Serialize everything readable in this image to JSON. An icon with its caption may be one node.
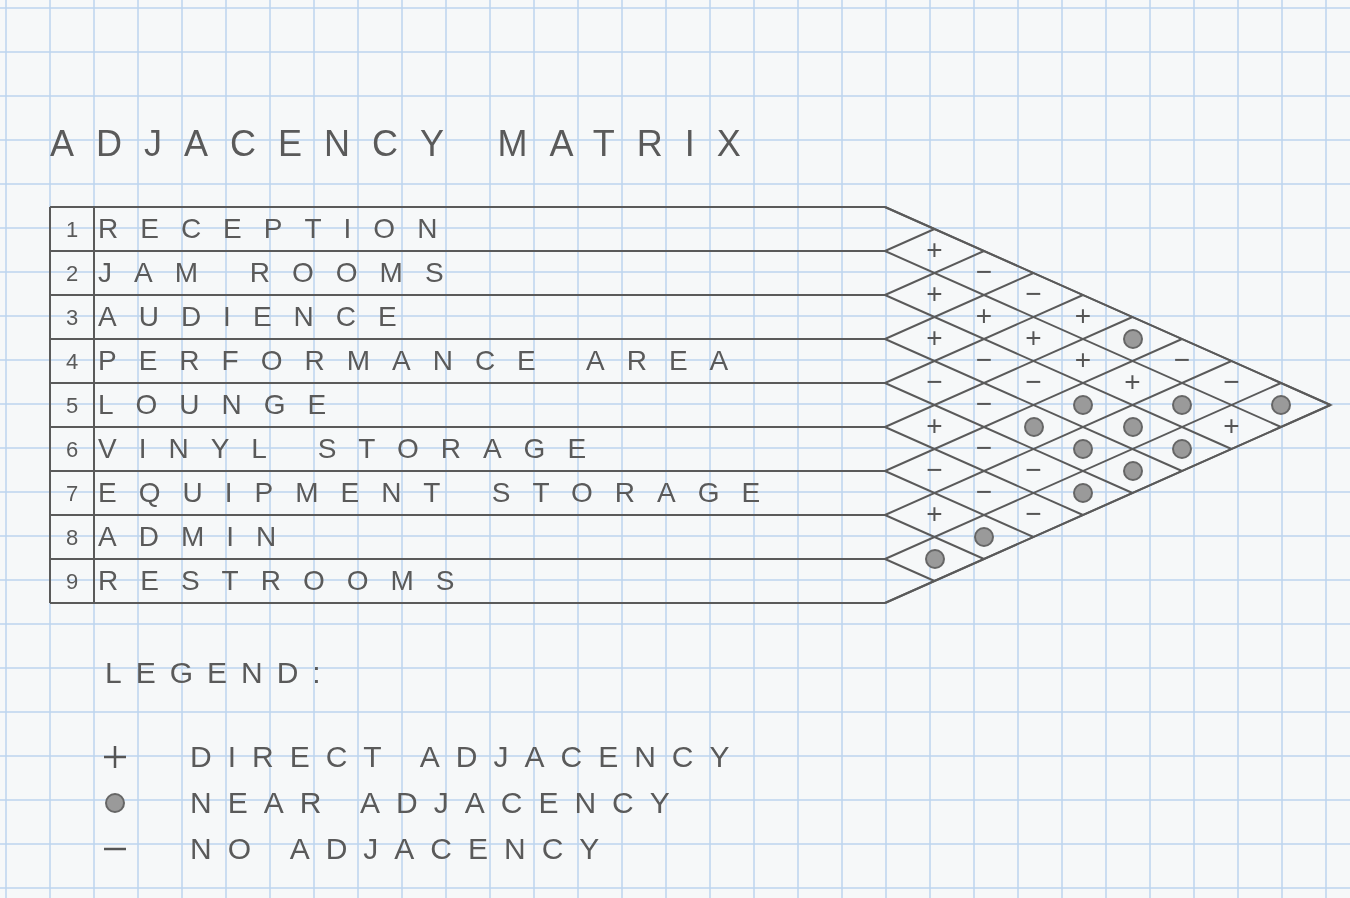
{
  "diagram": {
    "title": "ADJACENCY MATRIX",
    "nodes": [
      {
        "text": [
          "+"
        ]
      },
      {
        "text": [
          "−"
        ]
      },
      {
        "text": [
          "+"
        ]
      },
      {
        "text": [
          "−"
        ]
      },
      {
        "text": [
          "+"
        ]
      },
      {
        "text": [
          "+"
        ]
      },
      {
        "text": [
          "+"
        ]
      },
      {
        "text": [
          "+"
        ]
      },
      {
        "text": [],
        "shape": "circle"
      },
      {
        "text": [
          "−"
        ]
      },
      {
        "text": [
          "+"
        ]
      },
      {
        "text": [
          "−"
        ]
      },
      {
        "text": [
          "−"
        ]
      },
      {
        "text": [
          "−"
        ]
      },
      {
        "text": [
          "+"
        ]
      },
      {
        "text": [
          "−"
        ]
      },
      {
        "text": [
          "−"
        ]
      },
      {
        "text": [],
        "shape": "circle"
      },
      {
        "text": [],
        "shape": "circle"
      },
      {
        "text": [],
        "shape": "circle"
      },
      {
        "text": [
          "+"
        ]
      },
      {
        "text": [],
        "shape": "circle"
      },
      {
        "text": [],
        "shape": "circle"
      },
      {
        "text": [
          "+"
        ]
      },
      {
        "text": [
          "−"
        ]
      },
      {
        "text": [],
        "shape": "circle"
      },
      {
        "text": [],
        "shape": "circle"
      },
      {
        "text": [
          "−"
        ]
      },
      {
        "text": [
          "−"
        ]
      },
      {
        "text": [],
        "shape": "circle"
      },
      {
        "text": [
          "−"
        ]
      },
      {
        "text": [],
        "shape": "circle"
      },
      {
        "text": [
          "+"
        ]
      },
      {
        "text": [
          "−"
        ]
      },
      {
        "text": [],
        "shape": "circle"
      },
      {
        "text": [],
        "shape": "circle"
      }
    ],
    "labels": [
      "1",
      "RECEPTION",
      "2",
      "JAM ROOMS",
      "3",
      "AUDIENCE",
      "4",
      "PERFORMANCE AREA",
      "5",
      "LOUNGE",
      "6",
      "VINYL STORAGE",
      "7",
      "EQUIPMENT STORAGE",
      "8",
      "ADMIN",
      "9",
      "RESTROOMS",
      "LEGEND:"
    ],
    "legend": [
      {
        "text": "DIRECT ADJACENCY"
      },
      {
        "text": "NEAR ADJACENCY"
      },
      {
        "text": "NO ADJACENCY"
      }
    ]
  }
}
